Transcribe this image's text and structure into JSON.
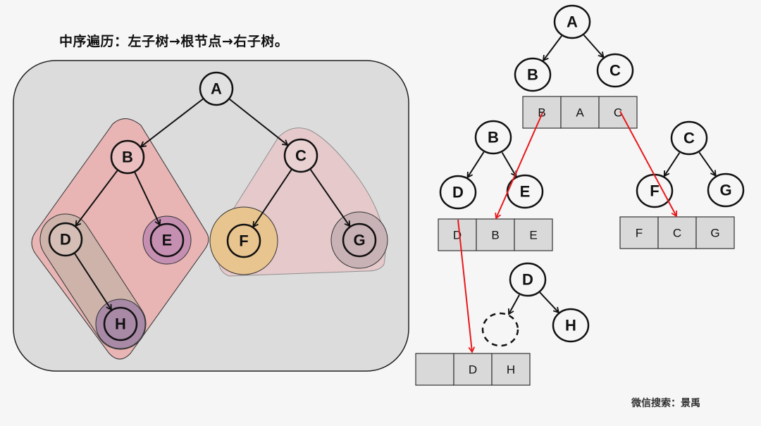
{
  "title": "中序遍历：左子树→根节点→右子树。",
  "watermark": "微信搜索：景禹",
  "left_tree": {
    "nodes": [
      "A",
      "B",
      "C",
      "D",
      "E",
      "F",
      "G",
      "H"
    ],
    "colors": {
      "panel": "#dcdcdc",
      "left_subtree": "#e8b4b4",
      "right_subtree": "#e6c8ca",
      "dh_group": "#cdb3aa",
      "E": "#c58fb2",
      "F": "#e8c48e",
      "G": "#c9b2b6",
      "H": "#a88aa6"
    }
  },
  "right_steps": {
    "tree1": {
      "nodes": [
        "A",
        "B",
        "C"
      ],
      "array": [
        "B",
        "A",
        "C"
      ]
    },
    "tree2": {
      "nodes": [
        "B",
        "D",
        "E"
      ],
      "array": [
        "D",
        "B",
        "E"
      ]
    },
    "tree3": {
      "nodes": [
        "C",
        "F",
        "G"
      ],
      "array": [
        "F",
        "C",
        "G"
      ]
    },
    "tree4": {
      "nodes": [
        "D",
        "",
        "H"
      ],
      "array": [
        "",
        "D",
        "H"
      ]
    },
    "arrow_color": "#e8191c"
  }
}
